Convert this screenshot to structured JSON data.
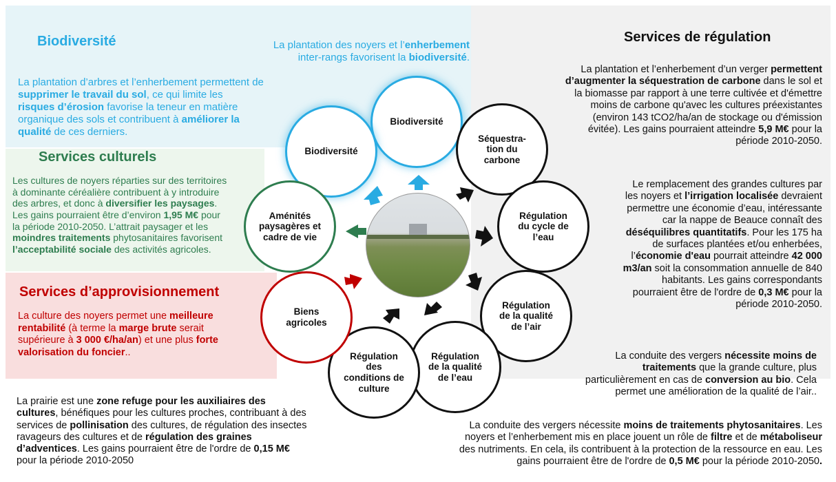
{
  "colors": {
    "blue": "#29abe2",
    "green": "#2e7d4f",
    "red": "#c00000",
    "black": "#111111"
  },
  "biodiv_panel": {
    "title": "Biodiversité",
    "p1": "La plantation d’arbres et l’enherbement permettent de",
    "p2_bold": "supprimer le travail du sol",
    "p2_rest": ", ce qui limite les",
    "p3_bold": "risques d’érosion",
    "p3_rest": " favorise  la teneur en matière",
    "p4": "organique des sols et  contribuent à",
    "p4_bold": " améliorer la",
    "p5_bold": "qualité",
    "p5_rest": " de ces derniers."
  },
  "biodiv_top": {
    "l1a": "La plantation des noyers et l’",
    "l1b": "enherbement",
    "l2a": "inter-rangs favorisent la ",
    "l2b": "biodiversité",
    "l2c": "."
  },
  "cultural_panel": {
    "title": "Services culturels",
    "l1": "Les cultures de noyers réparties sur des territoires",
    "l2": "à dominante céréalière contribuent à y introduire",
    "l3a": "des arbres, et donc à ",
    "l3b": "diversifier les paysages",
    "l3c": ".",
    "l4a": "Les gains pourraient être d’environ ",
    "l4b": "1,95 M€",
    "l4c": " pour",
    "l5": "la période 2010-2050. L’attrait paysager et les",
    "l6a": "moindres traitements",
    "l6b": " phytosanitaires  favorisent",
    "l7a": "l’acceptabilité sociale",
    "l7b": " des activités agricoles."
  },
  "supply_panel": {
    "title": "Services d’approvisionnement",
    "l1a": "La culture des noyers permet une ",
    "l1b": "meilleure",
    "l2a": "rentabilité",
    "l2b": " (à terme la ",
    "l2c": "marge brute",
    "l2d": " serait",
    "l3a": "supérieure à ",
    "l3b": "3 000 €/ha/an",
    "l3c": ") et une plus ",
    "l3d": "forte",
    "l4a": "valorisation du foncier",
    "l4b": ".."
  },
  "refuge_text": {
    "l1a": "La prairie est une ",
    "l1b": "zone refuge pour les auxiliaires des",
    "l2a": "cultures",
    "l2b": ", bénéfiques pour les cultures proches, contribuant à des",
    "l3a": "services de ",
    "l3b": "pollinisation",
    "l3c": " des cultures, de régulation des insectes",
    "l4a": "ravageurs des cultures et de ",
    "l4b": "régulation des graines",
    "l5a": "d’adventices",
    "l5b": ".  Les gains pourraient être de l'ordre de ",
    "l5c": "0,15 M€",
    "l6": "pour la période 2010-2050"
  },
  "regulation_panel": {
    "title": "Services de régulation",
    "carbon": {
      "l1a": "La plantation et l’enherbement d’un verger ",
      "l1b": "permettent",
      "l2": "d’augmenter la séquestration de carbone",
      "l2b": " dans le sol et",
      "l3": "la biomasse par rapport à une terre cultivée et d'émettre",
      "l4": "moins de carbone qu'avec les cultures préexistantes",
      "l5": "(environ 143 tCO2/ha/an de stockage ou d'émission",
      "l6a": "évitée). Les gains pourraient atteindre ",
      "l6b": "5,9 M€",
      "l6c": " pour la",
      "l7": "période 2010-2050."
    },
    "water": {
      "l1": "Le remplacement des grandes cultures par",
      "l2a": "les noyers et ",
      "l2b": "l’irrigation localisée",
      "l2c": " devraient",
      "l3": "permettre une économie d’eau, intéressante",
      "l4": "car la nappe de Beauce connaît des",
      "l5a": "déséquilibres quantitatifs",
      "l5b": ". Pour les 175 ha",
      "l6": "de surfaces plantées et/ou enherbées,",
      "l7a": "l’",
      "l7b": "économie d'eau",
      "l7c": " pourrait atteindre ",
      "l7d": "42 000",
      "l8a": "m3/an",
      "l8b": " soit la consommation annuelle de 840",
      "l9": "habitants. Les gains correspondants",
      "l10a": "pourraient être de l'ordre de ",
      "l10b": "0,3 M€",
      "l10c": " pour la",
      "l11": "période 2010-2050."
    },
    "air": {
      "l1a": "La conduite des vergers ",
      "l1b": "nécessite moins de",
      "l2a": "traitements",
      "l2b": " que la grande culture, plus",
      "l3a": "particulièrement en cas de ",
      "l3b": "conversion au bio",
      "l3c": ". Cela",
      "l4": "permet une amélioration de la qualité de l’air.."
    },
    "waterq": {
      "l1a": "La conduite des vergers nécessite ",
      "l1b": "moins de traitements phytosanitaires",
      "l1c": ". Les",
      "l2a": "noyers et l’enherbement mis en place jouent un rôle de ",
      "l2b": "filtre",
      "l2c": " et de ",
      "l2d": "métaboliseur",
      "l3": "des nutriments. En cela, ils contribuent à la protection de la ressource en eau. Les",
      "l4a": "gains pourraient être de l'ordre de ",
      "l4b": "0,5 M€",
      "l4c": " pour la période 2010-2050",
      "l4d": "."
    }
  },
  "circles": {
    "biodiv_top": "Biodiversité",
    "biodiv_left": "Biodiversité",
    "carbon": "Séquestra-tion du carbone",
    "water_cycle": "Régulation du cycle de l’eau",
    "air": "Régulation de la qualité de l’air",
    "water_quality": "Régulation de la qualité de l’eau",
    "crop_conditions": "Régulation des conditions de culture",
    "goods": "Biens agricoles",
    "amenities": "Aménités paysagères et cadre de vie"
  }
}
